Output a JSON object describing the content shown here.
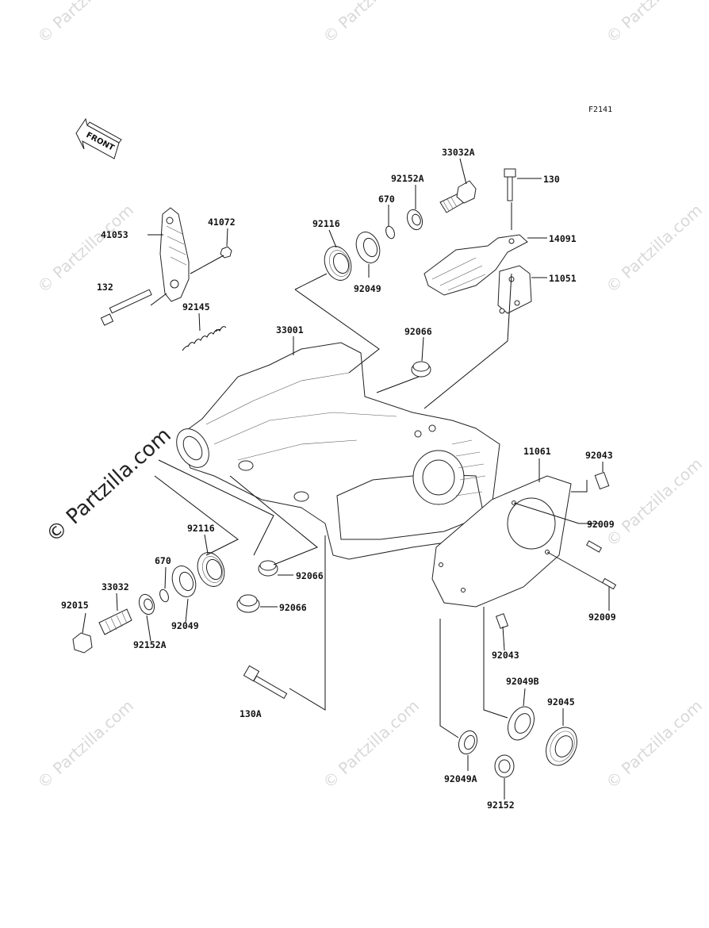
{
  "diagram_code": "F2141",
  "front_arrow_label": "FRONT",
  "watermark_text": "© Partzilla.com",
  "parts": [
    {
      "id": "p33032A",
      "label": "33032A"
    },
    {
      "id": "p130",
      "label": "130"
    },
    {
      "id": "p92152A_top",
      "label": "92152A"
    },
    {
      "id": "p670_top",
      "label": "670"
    },
    {
      "id": "p41072",
      "label": "41072"
    },
    {
      "id": "p41053",
      "label": "41053"
    },
    {
      "id": "p92116_top",
      "label": "92116"
    },
    {
      "id": "p14091",
      "label": "14091"
    },
    {
      "id": "p11051",
      "label": "11051"
    },
    {
      "id": "p132",
      "label": "132"
    },
    {
      "id": "p92049_top",
      "label": "92049"
    },
    {
      "id": "p92145",
      "label": "92145"
    },
    {
      "id": "p33001",
      "label": "33001"
    },
    {
      "id": "p92066_top",
      "label": "92066"
    },
    {
      "id": "p11061",
      "label": "11061"
    },
    {
      "id": "p92043_top",
      "label": "92043"
    },
    {
      "id": "p92009_top",
      "label": "92009"
    },
    {
      "id": "p92116_bot",
      "label": "92116"
    },
    {
      "id": "p670_bot",
      "label": "670"
    },
    {
      "id": "p92066_mid",
      "label": "92066"
    },
    {
      "id": "p33032",
      "label": "33032"
    },
    {
      "id": "p92066_bot",
      "label": "92066"
    },
    {
      "id": "p92015",
      "label": "92015"
    },
    {
      "id": "p92049_bot",
      "label": "92049"
    },
    {
      "id": "p92009_bot",
      "label": "92009"
    },
    {
      "id": "p92152A_bot",
      "label": "92152A"
    },
    {
      "id": "p92043_bot",
      "label": "92043"
    },
    {
      "id": "p92049B",
      "label": "92049B"
    },
    {
      "id": "p92045",
      "label": "92045"
    },
    {
      "id": "p130A",
      "label": "130A"
    },
    {
      "id": "p92049A",
      "label": "92049A"
    },
    {
      "id": "p92152",
      "label": "92152"
    }
  ]
}
